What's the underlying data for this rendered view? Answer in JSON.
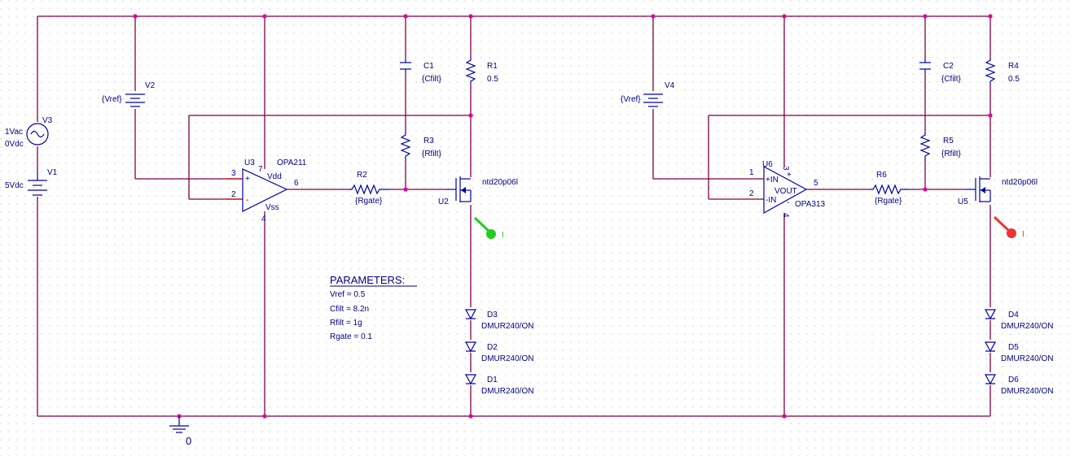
{
  "components": {
    "v3": {
      "ref": "V3",
      "ac": "1Vac",
      "dc": "0Vdc"
    },
    "v1": {
      "ref": "V1",
      "val": "5Vdc"
    },
    "v2": {
      "ref": "V2",
      "val": "{Vref}"
    },
    "v4": {
      "ref": "V4",
      "val": "{Vref}"
    },
    "u3": {
      "ref": "U3",
      "part": "OPA211",
      "vdd": "Vdd",
      "vss": "Vss",
      "pin3": "3",
      "pin2": "2",
      "pin6": "6",
      "pin7": "7",
      "pin4": "4",
      "plus": "+",
      "minus": "-"
    },
    "u6": {
      "ref": "U6",
      "part": "OPA313",
      "vout": "VOUT",
      "inp": "+IN",
      "inn": "-IN",
      "pin1": "1",
      "pin2": "2",
      "pin5": "5",
      "pin3": "3",
      "pin4": "4",
      "plus": "+",
      "minus": "-"
    },
    "c1": {
      "ref": "C1",
      "val": "{Cfilt}"
    },
    "r1": {
      "ref": "R1",
      "val": "0.5"
    },
    "r3": {
      "ref": "R3",
      "val": "{Rfilt}"
    },
    "r2": {
      "ref": "R2",
      "val": "{Rgate}"
    },
    "u2": {
      "ref": "U2",
      "part": "ntd20p06l"
    },
    "c2": {
      "ref": "C2",
      "val": "{Cfilt}"
    },
    "r4": {
      "ref": "R4",
      "val": "0.5"
    },
    "r5": {
      "ref": "R5",
      "val": "{Rfilt}"
    },
    "r6": {
      "ref": "R6",
      "val": "{Rgate}"
    },
    "u5": {
      "ref": "U5",
      "part": "ntd20p06l"
    },
    "d3": {
      "ref": "D3",
      "part": "DMUR240/ON"
    },
    "d2": {
      "ref": "D2",
      "part": "DMUR240/ON"
    },
    "d1": {
      "ref": "D1",
      "part": "DMUR240/ON"
    },
    "d4": {
      "ref": "D4",
      "part": "DMUR240/ON"
    },
    "d5": {
      "ref": "D5",
      "part": "DMUR240/ON"
    },
    "d6": {
      "ref": "D6",
      "part": "DMUR240/ON"
    },
    "gnd": {
      "label": "0"
    }
  },
  "probes": {
    "left": {
      "label": "I",
      "color": "#22cc22"
    },
    "right": {
      "label": "I",
      "color": "#ee3333"
    }
  },
  "parameters": {
    "title": "PARAMETERS:",
    "lines": [
      "Vref = 0.5",
      "Cfilt = 8.2n",
      "Rfilt = 1g",
      "Rgate = 0.1"
    ]
  },
  "colors": {
    "wire": "#800040",
    "part": "#0000a0",
    "junction": "#e000a0",
    "pin": "#cc0000"
  }
}
